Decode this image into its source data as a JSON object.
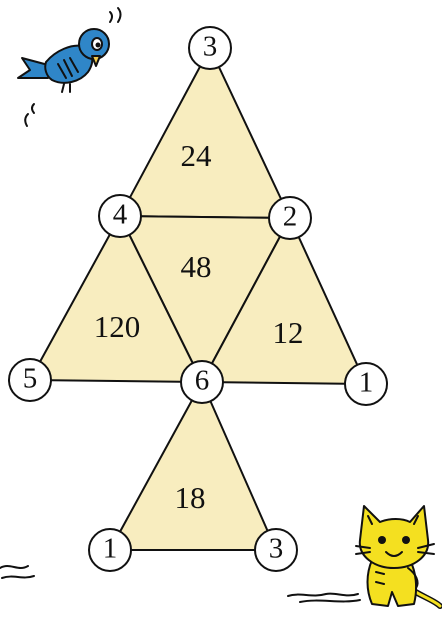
{
  "puzzle": {
    "nodes": {
      "top": "3",
      "upper_left": "4",
      "upper_right": "2",
      "left": "5",
      "center": "6",
      "right": "1",
      "bottom_left": "1",
      "bottom_right": "3"
    },
    "triangles": {
      "top": "24",
      "middle": "48",
      "left": "120",
      "right": "12",
      "bottom": "18"
    }
  },
  "colors": {
    "triangle_fill": "#f8edbf",
    "bird_body": "#2f86c8",
    "cat_body": "#f4e020"
  },
  "illustrations": {
    "bird": "bluebird-icon",
    "cat": "yellow-cat-icon"
  }
}
